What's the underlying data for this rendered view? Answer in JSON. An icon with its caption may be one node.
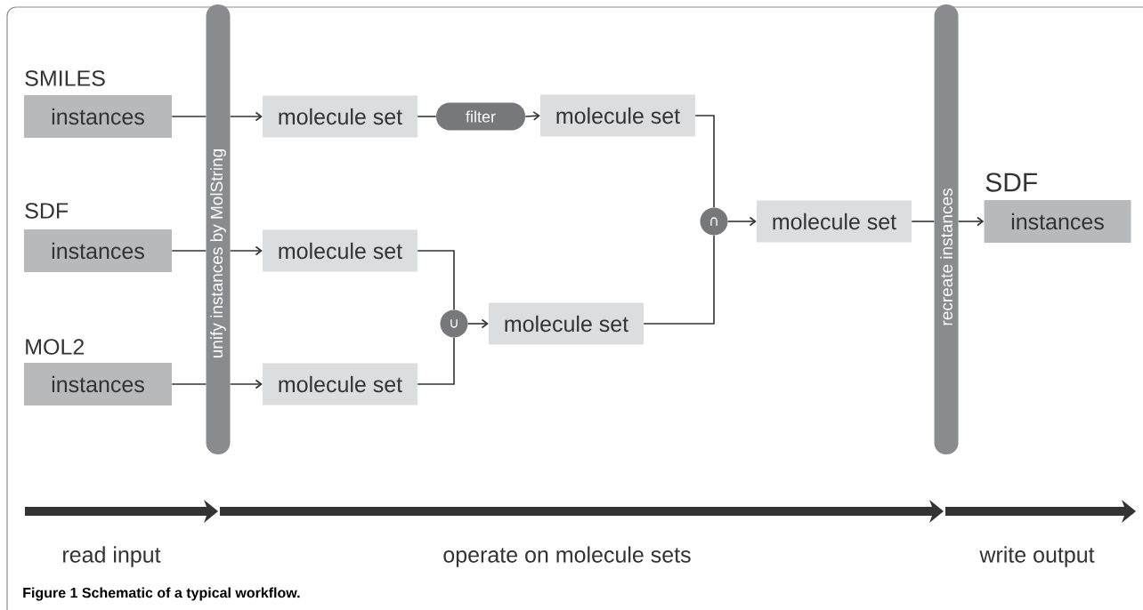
{
  "diagram": {
    "caption": "Figure 1 Schematic of a typical workflow.",
    "nodes": [
      {
        "text": [
          "SMILES",
          "instances"
        ]
      },
      {
        "text": [
          "SDF",
          "instances"
        ]
      },
      {
        "text": [
          "MOL2",
          "instances"
        ]
      },
      {
        "text": [
          "unify instances by MolString"
        ]
      },
      {
        "text": [
          "molecule set"
        ]
      },
      {
        "text": [
          "filter"
        ]
      },
      {
        "text": [
          "molecule set"
        ]
      },
      {
        "text": [
          "molecule set"
        ]
      },
      {
        "text": [
          "molecule set"
        ]
      },
      {
        "text": [
          "∪"
        ]
      },
      {
        "text": [
          "molecule set"
        ]
      },
      {
        "text": [
          "∩"
        ]
      },
      {
        "text": [
          "molecule set"
        ]
      },
      {
        "text": [
          "recreate instances"
        ]
      },
      {
        "text": [
          "SDF",
          "instances"
        ]
      }
    ],
    "edges": [
      {
        "from": 0,
        "to": 3,
        "arrow": "none"
      },
      {
        "from": 3,
        "to": 4,
        "arrow": "to"
      },
      {
        "from": 1,
        "to": 3,
        "arrow": "none"
      },
      {
        "from": 3,
        "to": 7,
        "arrow": "to"
      },
      {
        "from": 2,
        "to": 3,
        "arrow": "none"
      },
      {
        "from": 3,
        "to": 8,
        "arrow": "to"
      },
      {
        "from": 4,
        "to": 5,
        "arrow": "none"
      },
      {
        "from": 5,
        "to": 6,
        "arrow": "to"
      },
      {
        "from": 7,
        "to": 9,
        "arrow": "none"
      },
      {
        "from": 8,
        "to": 9,
        "arrow": "none"
      },
      {
        "from": 9,
        "to": 10,
        "arrow": "to"
      },
      {
        "from": 6,
        "to": 11,
        "arrow": "none"
      },
      {
        "from": 10,
        "to": 11,
        "arrow": "none"
      },
      {
        "from": 11,
        "to": 12,
        "arrow": "to"
      },
      {
        "from": 12,
        "to": 13,
        "arrow": "none"
      },
      {
        "from": 13,
        "to": 14,
        "arrow": "to"
      }
    ],
    "labels": [
      "read input",
      "operate on molecule sets",
      "write output"
    ]
  }
}
